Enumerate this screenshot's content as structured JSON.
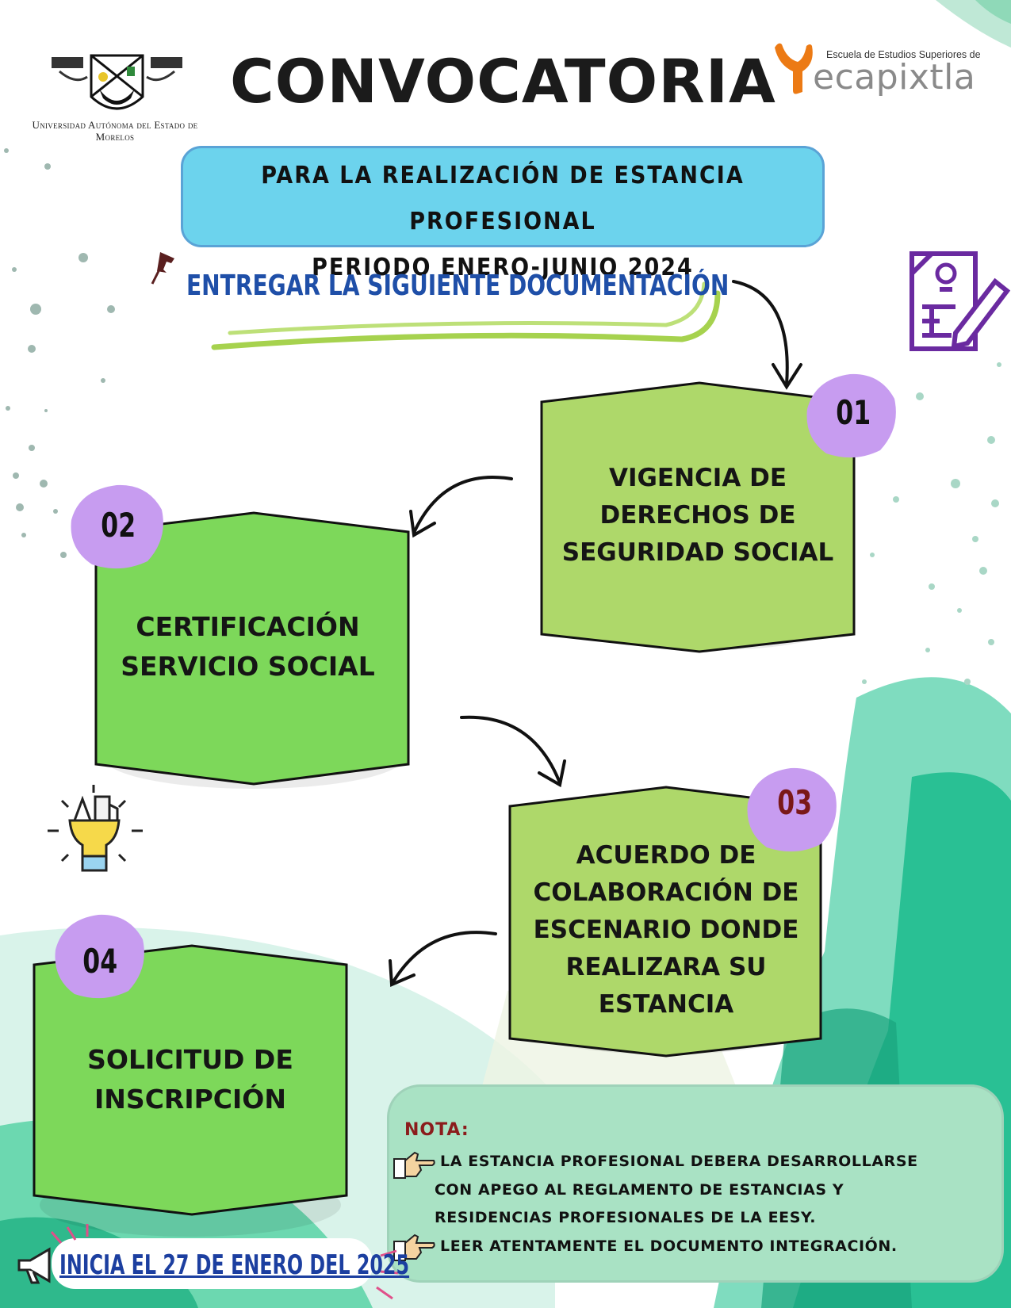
{
  "header": {
    "title": "CONVOCATORIA",
    "university": "Universidad Autónoma del Estado de Morelos",
    "school_prefix": "Escuela de Estudios Superiores de",
    "school_name": "ecapixtla"
  },
  "banner": {
    "line1": "PARA LA REALIZACIÓN DE ESTANCIA PROFESIONAL",
    "line2": "PERIODO ENERO-JUNIO 2024"
  },
  "subtitle": "ENTREGAR LA SIGUIENTE DOCUMENTACIÓN",
  "steps": [
    {
      "number": "01",
      "text": "VIGENCIA DE DERECHOS DE SEGURIDAD SOCIAL"
    },
    {
      "number": "02",
      "text": "CERTIFICACIÓN SERVICIO SOCIAL"
    },
    {
      "number": "03",
      "text": "ACUERDO DE COLABORACIÓN DE ESCENARIO DONDE REALIZARA SU ESTANCIA"
    },
    {
      "number": "04",
      "text": "SOLICITUD DE INSCRIPCIÓN"
    }
  ],
  "note": {
    "title": "NOTA:",
    "item1_line1": "LA ESTANCIA PROFESIONAL DEBERA DESARROLLARSE",
    "item1_line2": "CON APEGO AL REGLAMENTO DE ESTANCIAS Y",
    "item1_line3": "RESIDENCIAS PROFESIONALES DE LA EESY.",
    "item2": "LEER ATENTAMENTE EL DOCUMENTO INTEGRACIÓN."
  },
  "start": "INICIA EL 27 DE ENERO DEL 2025",
  "colors": {
    "box_light_green": "#aed86a",
    "box_green": "#7dd85a",
    "badge_purple": "#c79cf0",
    "banner_blue": "#6cd3ed",
    "title_blue": "#1f4fa8",
    "note_red": "#8b1c1c"
  },
  "icons": [
    "pin-icon",
    "document-pencil-icon",
    "lightbulb-icon",
    "megaphone-icon",
    "pointing-hand-icon"
  ]
}
